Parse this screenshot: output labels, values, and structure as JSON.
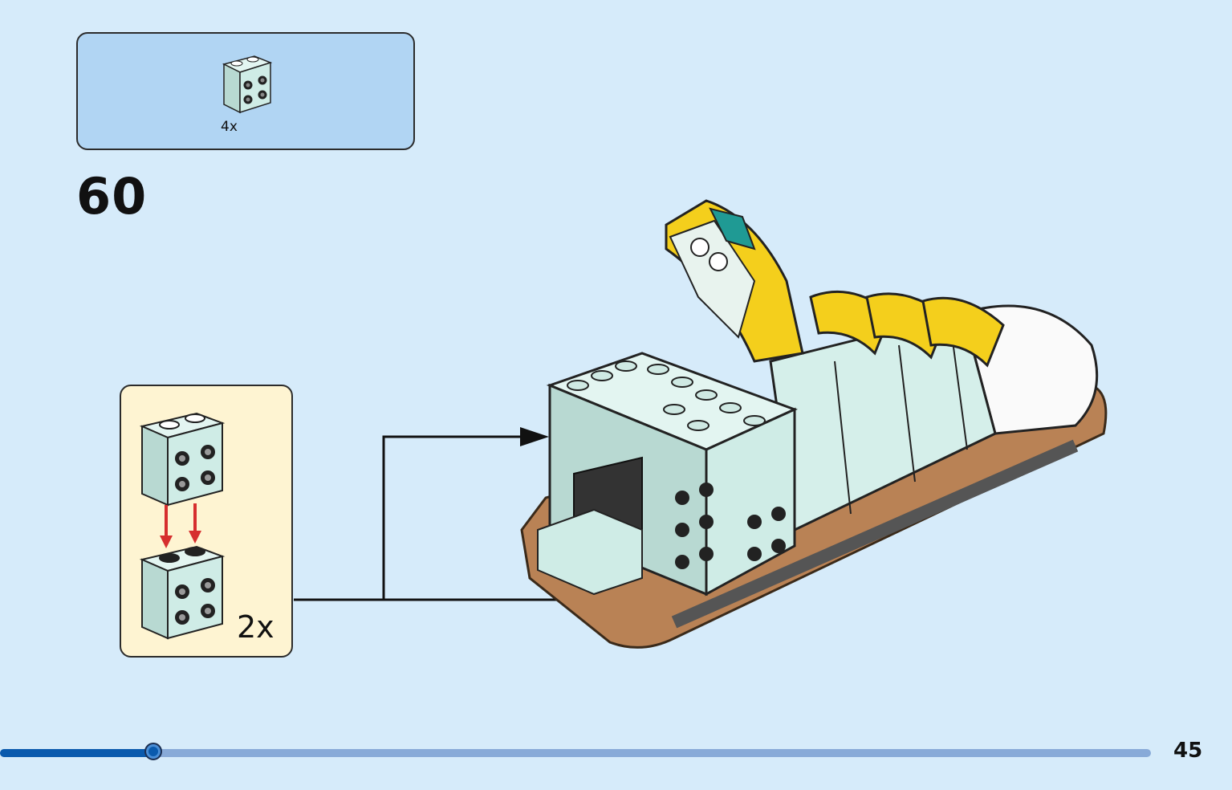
{
  "parts_list": {
    "quantity_label": "4x",
    "part_icon": "brick-2x2-studs-on-side-icon",
    "part_color": "#cfece6"
  },
  "step": {
    "number": "60"
  },
  "sub_assembly": {
    "quantity_label": "2x",
    "arrow_color": "#d62e2e"
  },
  "progress": {
    "fraction": 0.133
  },
  "page": {
    "number": "45"
  },
  "colors": {
    "background": "#d6ebfa",
    "parts_box": "#b1d5f3",
    "sub_box": "#fef4d2",
    "progress_track": "#88aad8",
    "progress_fill": "#0a5aad"
  }
}
